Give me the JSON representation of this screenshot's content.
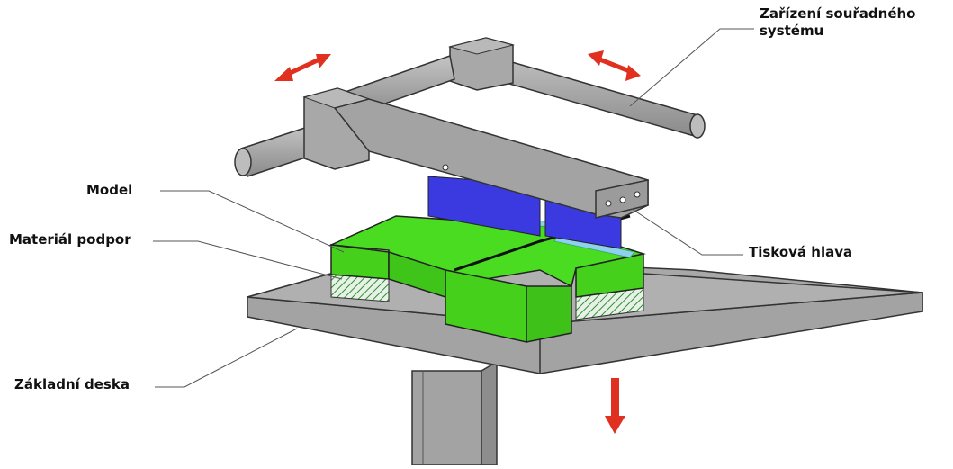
{
  "labels": {
    "coordinate_system": "Zařízení souřadného systému",
    "model": "Model",
    "support_material": "Materiál podpor",
    "print_head": "Tisková hlava",
    "base_plate": "Základní deska"
  },
  "colors": {
    "model": "#3fd21b",
    "support": "#2e8b2e",
    "print_head_blue": "#3a3ae0",
    "highlight_cyan": "#8fd0ee",
    "machine_gray": "#a3a3a3",
    "arrow_red": "#e03020"
  }
}
